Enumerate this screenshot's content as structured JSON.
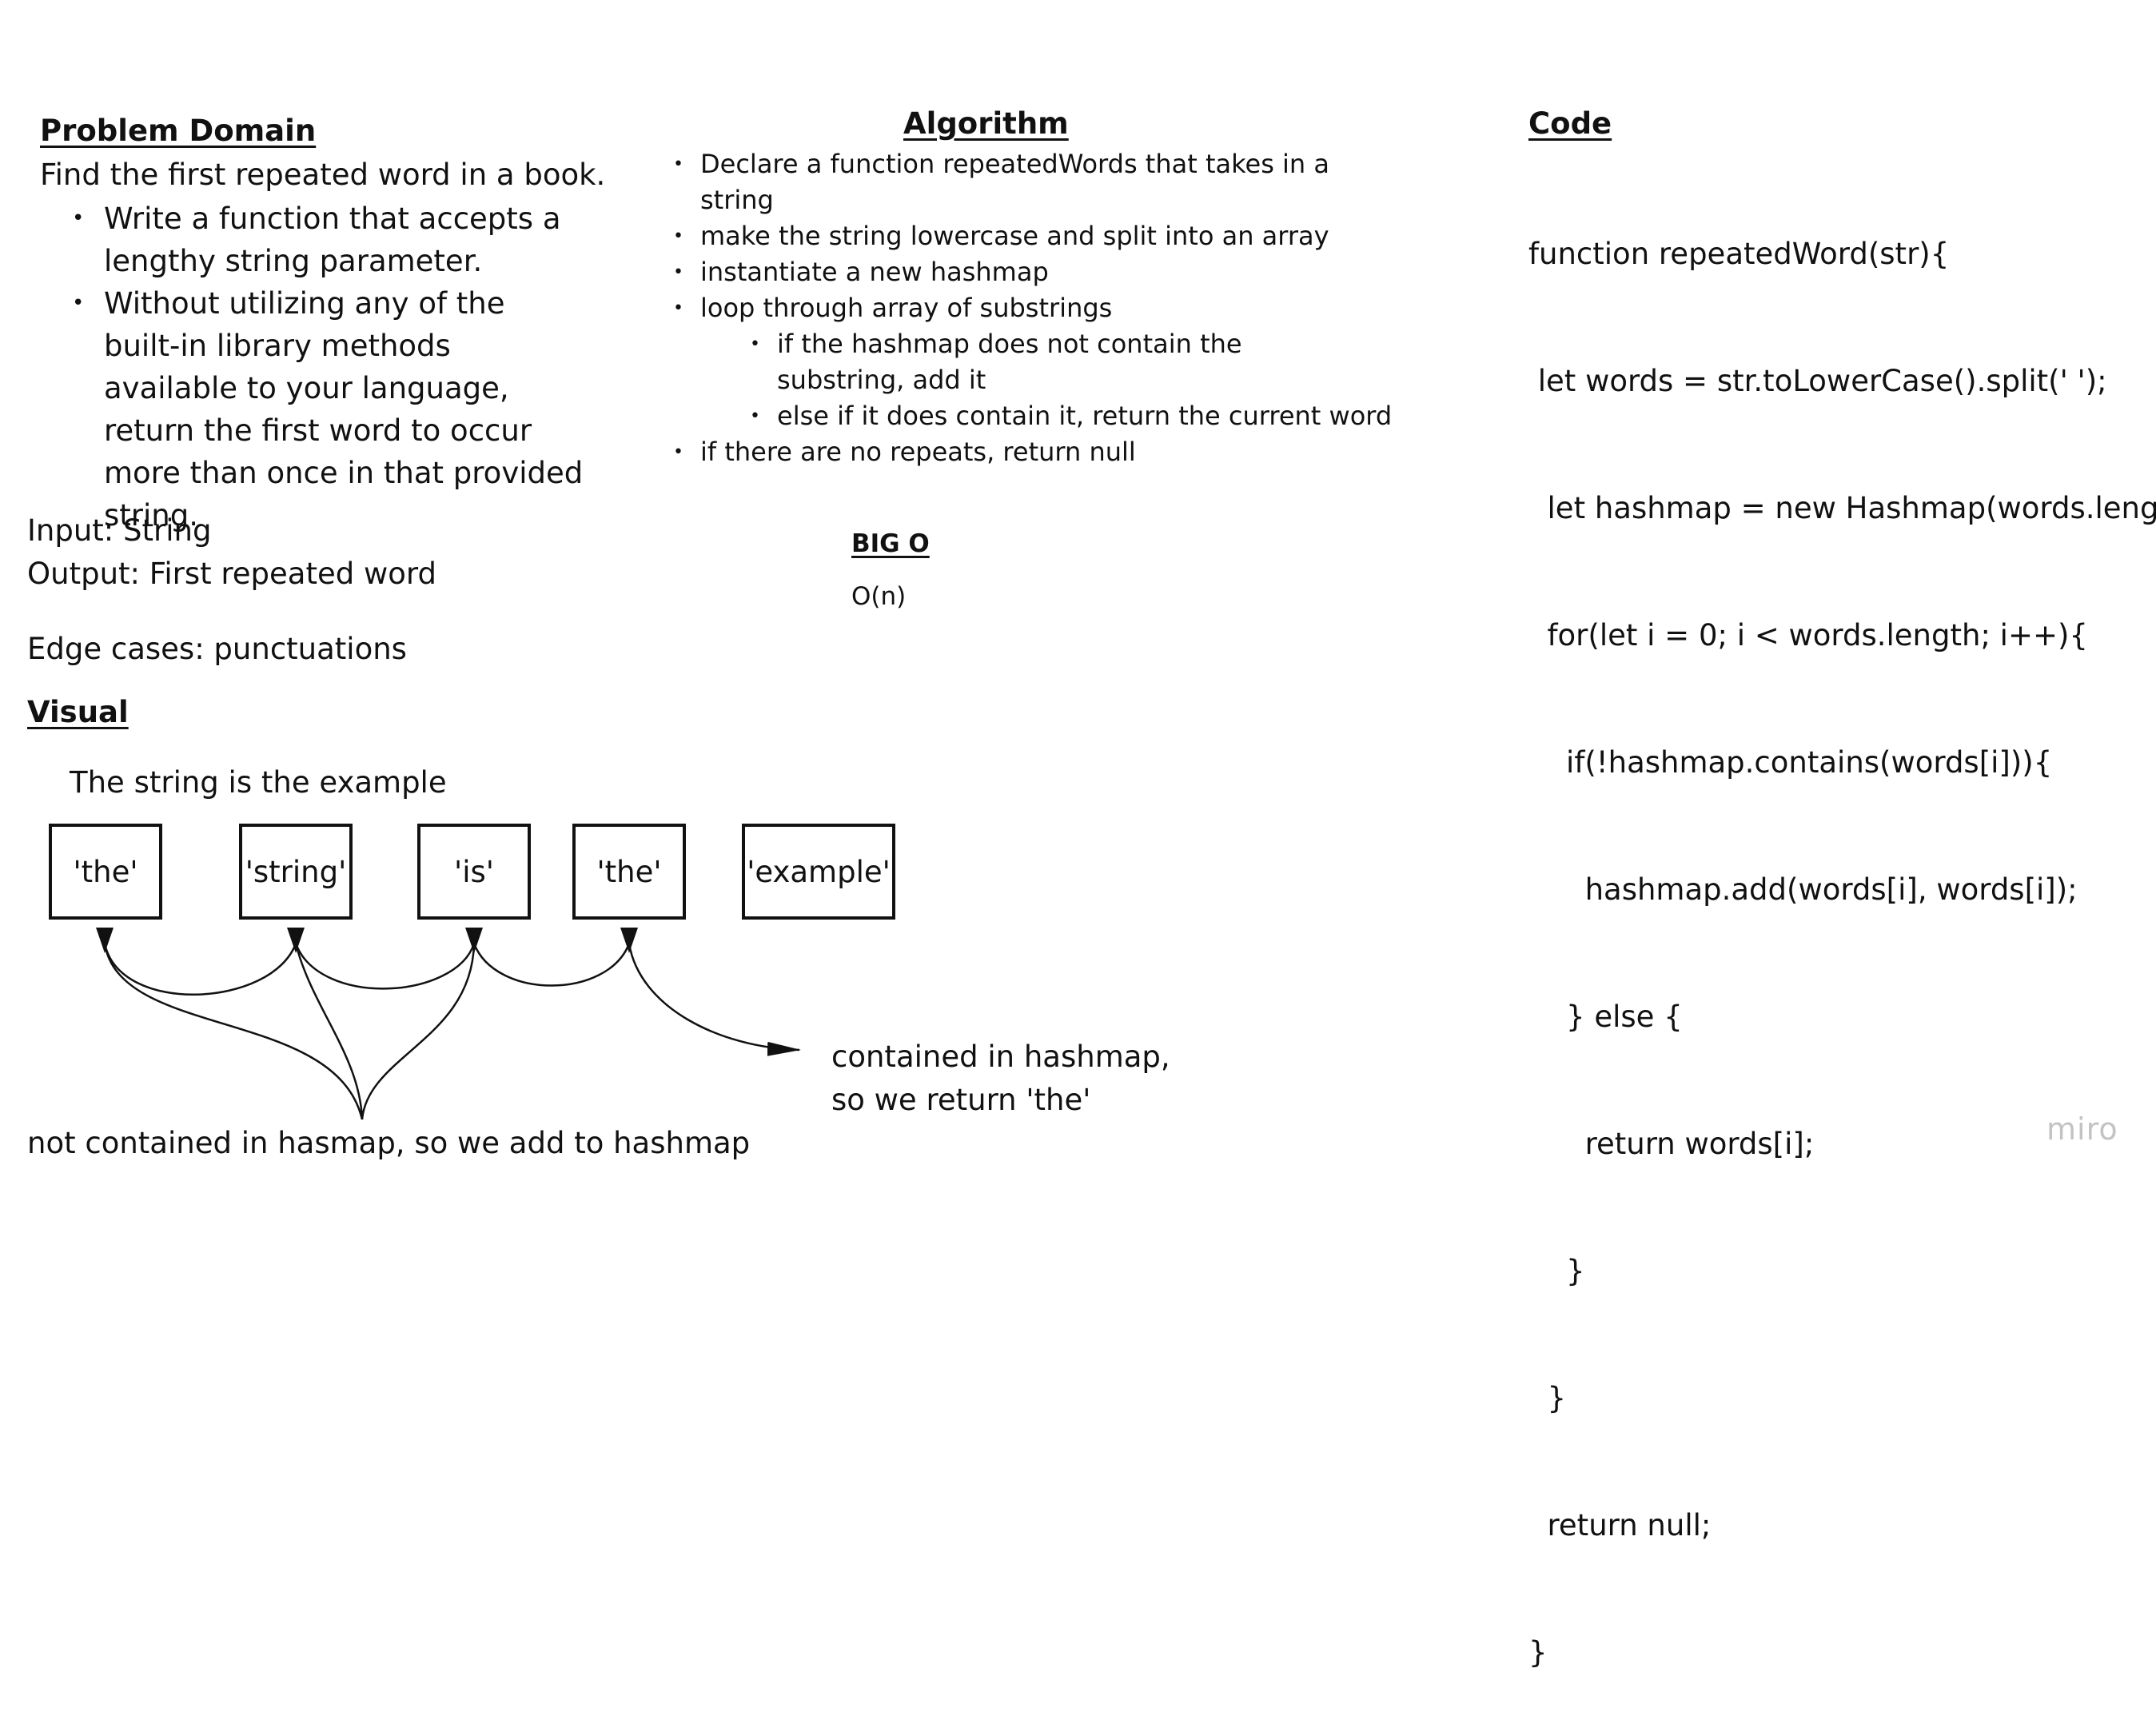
{
  "problem_domain": {
    "title": "Problem Domain",
    "text": "Find the first repeated word in a book.",
    "bullets": [
      "Write a function that accepts a lengthy string parameter.",
      "Without utilizing any of the built-in library methods available to your language, return the first word to occur more than once in that provided string."
    ],
    "input": "Input: String",
    "output": "Output: First repeated word",
    "edge_cases": "Edge cases: punctuations"
  },
  "visual": {
    "title": "Visual",
    "example": "The string is the example",
    "words": [
      "'the'",
      "'string'",
      "'is'",
      "'the'",
      "'example'"
    ],
    "note_contained_line1": "contained in hashmap,",
    "note_contained_line2": "so we return 'the'",
    "note_added": "not contained in hasmap, so we add to hashmap"
  },
  "algorithm": {
    "title": "Algorithm",
    "steps": [
      "Declare a function repeatedWords that takes in a string",
      "make the string lowercase and split into an array",
      "instantiate a new hashmap",
      "loop through array of substrings",
      "if the hashmap does not contain the substring, add it",
      "else if it does contain it, return the current word",
      "if there are no repeats, return null"
    ],
    "big_o_title": "BIG O",
    "big_o_value": "O(n)"
  },
  "code": {
    "title": "Code",
    "lines": [
      "function repeatedWord(str){",
      " let words = str.toLowerCase().split(' ');",
      "  let hashmap = new Hashmap(words.length);",
      "  for(let i = 0; i < words.length; i++){",
      "    if(!hashmap.contains(words[i])){",
      "      hashmap.add(words[i], words[i]);",
      "    } else {",
      "      return words[i];",
      "    }",
      "  }",
      "  return null;",
      "}"
    ]
  },
  "brand": {
    "logo_text": "miro",
    "logo_color": "#c3c3c3"
  }
}
